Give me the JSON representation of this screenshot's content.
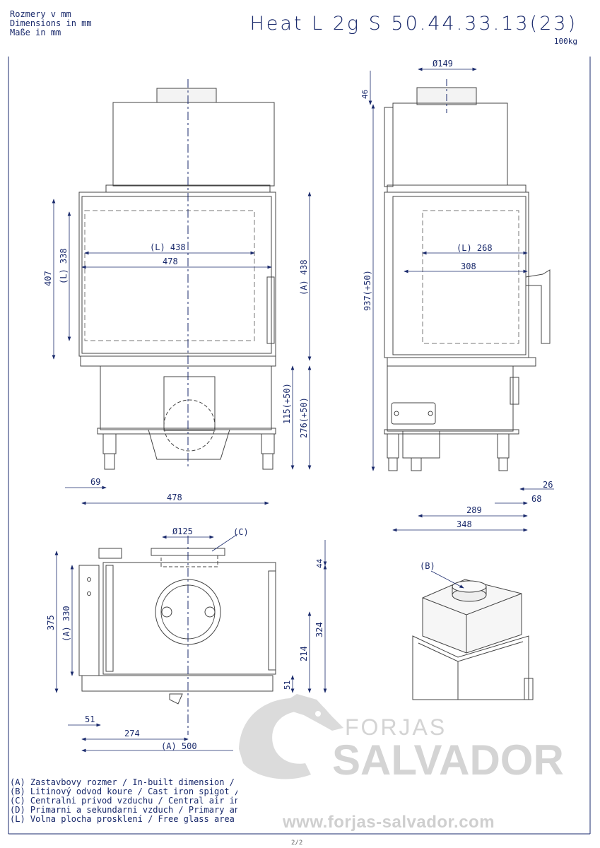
{
  "units": {
    "cz": "Rozmery v mm",
    "en": "Dimensions in mm",
    "de": "Maße in mm"
  },
  "title": "Heat L 2g S 50.44.33.13(23)",
  "weight": "100kg",
  "front_view": {
    "dims": {
      "glass_width": "(L) 438",
      "width_478": "478",
      "height_407": "407",
      "glass_height": "(L) 338",
      "inbuilt_height": "(A) 438",
      "h_115": "115(+50)",
      "h_276": "276(+50)",
      "foot_69": "69",
      "bottom_width": "478"
    }
  },
  "side_view": {
    "dims": {
      "spigot": "Ø149",
      "top_46": "46",
      "total_height": "937(+50)",
      "glass_width": "(L) 268",
      "width_308": "308",
      "d_26": "26",
      "d_68": "68",
      "d_289": "289",
      "d_348": "348"
    }
  },
  "top_view": {
    "dims": {
      "spigot": "Ø125",
      "label_c": "(C)",
      "d_44": "44",
      "d_375": "375",
      "inbuilt_330": "(A) 330",
      "d_324": "324",
      "d_214": "214",
      "d_51v": "51",
      "d_51h": "51",
      "d_274": "274",
      "inbuilt_500": "(A) 500"
    }
  },
  "iso_view": {
    "label_b": "(B)"
  },
  "legend": [
    "(A)  Zastavbovy rozmer / In-built dimension / I",
    "(B)  Litinový odvod koure / Cast iron spigot /",
    "(C)  Centralni privod vzduchu / Central air inle",
    "(D)  Primarni a sekundarni vzduch / Primary an",
    "(L)  Volna plocha prosklení / Free glass area /"
  ],
  "watermark": {
    "brand_top": "FORJAS",
    "brand_main": "SALVADOR",
    "url": "www.forjas-salvador.com"
  },
  "page_number": "2/2",
  "colors": {
    "line": "#1a2a6c",
    "body": "#444444",
    "watermark": "#d4d4d4"
  }
}
